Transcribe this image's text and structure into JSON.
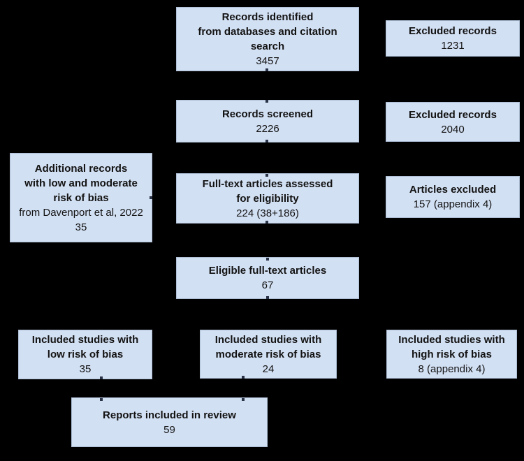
{
  "figure": {
    "type": "flow-diagram",
    "description": "Study selection flow chart"
  },
  "colors": {
    "background": "#000000",
    "box_fill": "#d2e0f3",
    "box_border": "#aebfd6",
    "text": "#131313",
    "arrow": "#000000",
    "tick": "#2a3347"
  },
  "boxes": {
    "records_identified": {
      "title": "Records identified\nfrom databases and citation\nsearch",
      "value": "3457"
    },
    "excluded_records_1": {
      "title": "Excluded records",
      "value": "1231"
    },
    "records_screened": {
      "title": "Records screened",
      "value": "2226"
    },
    "excluded_records_2": {
      "title": "Excluded records",
      "value": "2040"
    },
    "additional_records": {
      "title": "Additional records\nwith low and moderate\nrisk of bias",
      "subtitle": "from Davenport et al, 2022",
      "value": "35"
    },
    "fulltext_assessed": {
      "title": "Full-text articles assessed\nfor eligibility",
      "value": "224 (38+186)"
    },
    "articles_excluded": {
      "title": "Articles excluded",
      "value": "157 (appendix 4)"
    },
    "eligible_articles": {
      "title": "Eligible full-text articles",
      "value": "67"
    },
    "included_low_risk": {
      "title": "Included studies with\nlow risk of bias",
      "value": "35"
    },
    "included_moderate_risk": {
      "title": "Included studies with\nmoderate risk of bias",
      "value": "24"
    },
    "included_high_risk": {
      "title": "Included studies with\nhigh risk of bias",
      "value": "8 (appendix 4)"
    },
    "reports_included": {
      "title": "Reports included in review",
      "value": "59"
    }
  },
  "connections": [
    {
      "from": "records_identified",
      "to": "records_screened"
    },
    {
      "from": "records_identified",
      "to": "excluded_records_1"
    },
    {
      "from": "records_screened",
      "to": "fulltext_assessed"
    },
    {
      "from": "records_screened",
      "to": "excluded_records_2"
    },
    {
      "from": "additional_records",
      "to": "fulltext_assessed"
    },
    {
      "from": "fulltext_assessed",
      "to": "articles_excluded"
    },
    {
      "from": "fulltext_assessed",
      "to": "eligible_articles"
    },
    {
      "from": "eligible_articles",
      "to": "included_low_risk"
    },
    {
      "from": "eligible_articles",
      "to": "included_moderate_risk"
    },
    {
      "from": "eligible_articles",
      "to": "included_high_risk"
    },
    {
      "from": "included_low_risk",
      "to": "reports_included"
    },
    {
      "from": "included_moderate_risk",
      "to": "reports_included"
    }
  ]
}
